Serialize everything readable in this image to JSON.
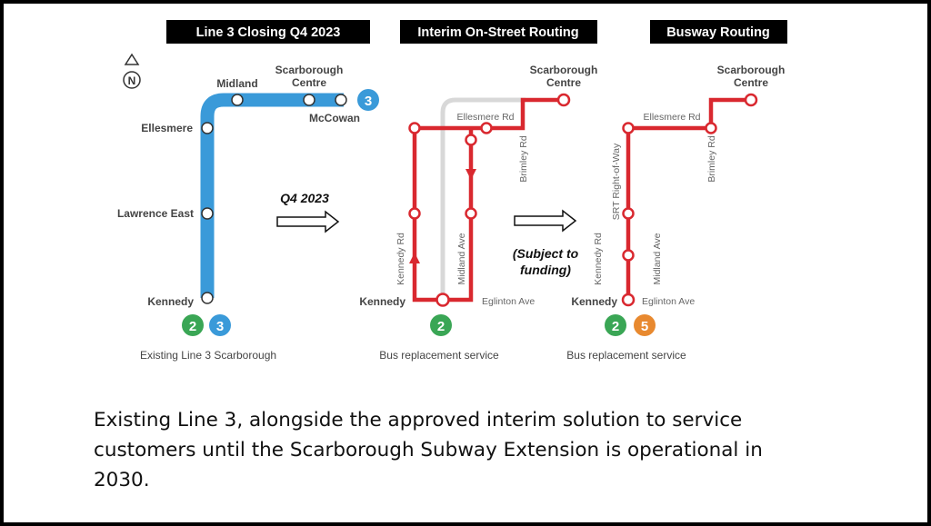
{
  "colors": {
    "line3": "#3a9ad9",
    "bus": "#d9282f",
    "line2": "#3aa655",
    "line5": "#e8892f",
    "grey": "#d8d8d8"
  },
  "panel1": {
    "title": "Line 3 Closing Q4 2023",
    "stations": {
      "kennedy": "Kennedy",
      "lawrence": "Lawrence East",
      "ellesmere": "Ellesmere",
      "midland": "Midland",
      "sc1": "Scarborough",
      "sc2": "Centre",
      "mccowan": "McCowan"
    },
    "line_badge": "3",
    "badges": [
      "2",
      "3"
    ],
    "caption": "Existing Line 3 Scarborough",
    "north": "N"
  },
  "transition1": "Q4 2023",
  "panel2": {
    "title": "Interim On-Street Routing",
    "sc1": "Scarborough",
    "sc2": "Centre",
    "ellesmere_rd": "Ellesmere Rd",
    "brimley_rd": "Brimley Rd",
    "kennedy_rd": "Kennedy Rd",
    "midland_ave": "Midland Ave",
    "eglinton_ave": "Eglinton Ave",
    "kennedy": "Kennedy",
    "badges": [
      "2"
    ],
    "caption": "Bus replacement service"
  },
  "transition2": {
    "line1": "(Subject to",
    "line2": "funding)"
  },
  "panel3": {
    "title": "Busway Routing",
    "sc1": "Scarborough",
    "sc2": "Centre",
    "ellesmere_rd": "Ellesmere Rd",
    "srt_row": "SRT Right-of-Way",
    "brimley_rd": "Brimley Rd",
    "kennedy_rd": "Kennedy Rd",
    "midland_ave": "Midland Ave",
    "eglinton_ave": "Eglinton Ave",
    "kennedy": "Kennedy",
    "badges": [
      "2",
      "5"
    ],
    "caption": "Bus replacement service"
  },
  "caption": "Existing Line 3, alongside the approved interim solution to service customers until the Scarborough Subway Extension is operational in 2030."
}
